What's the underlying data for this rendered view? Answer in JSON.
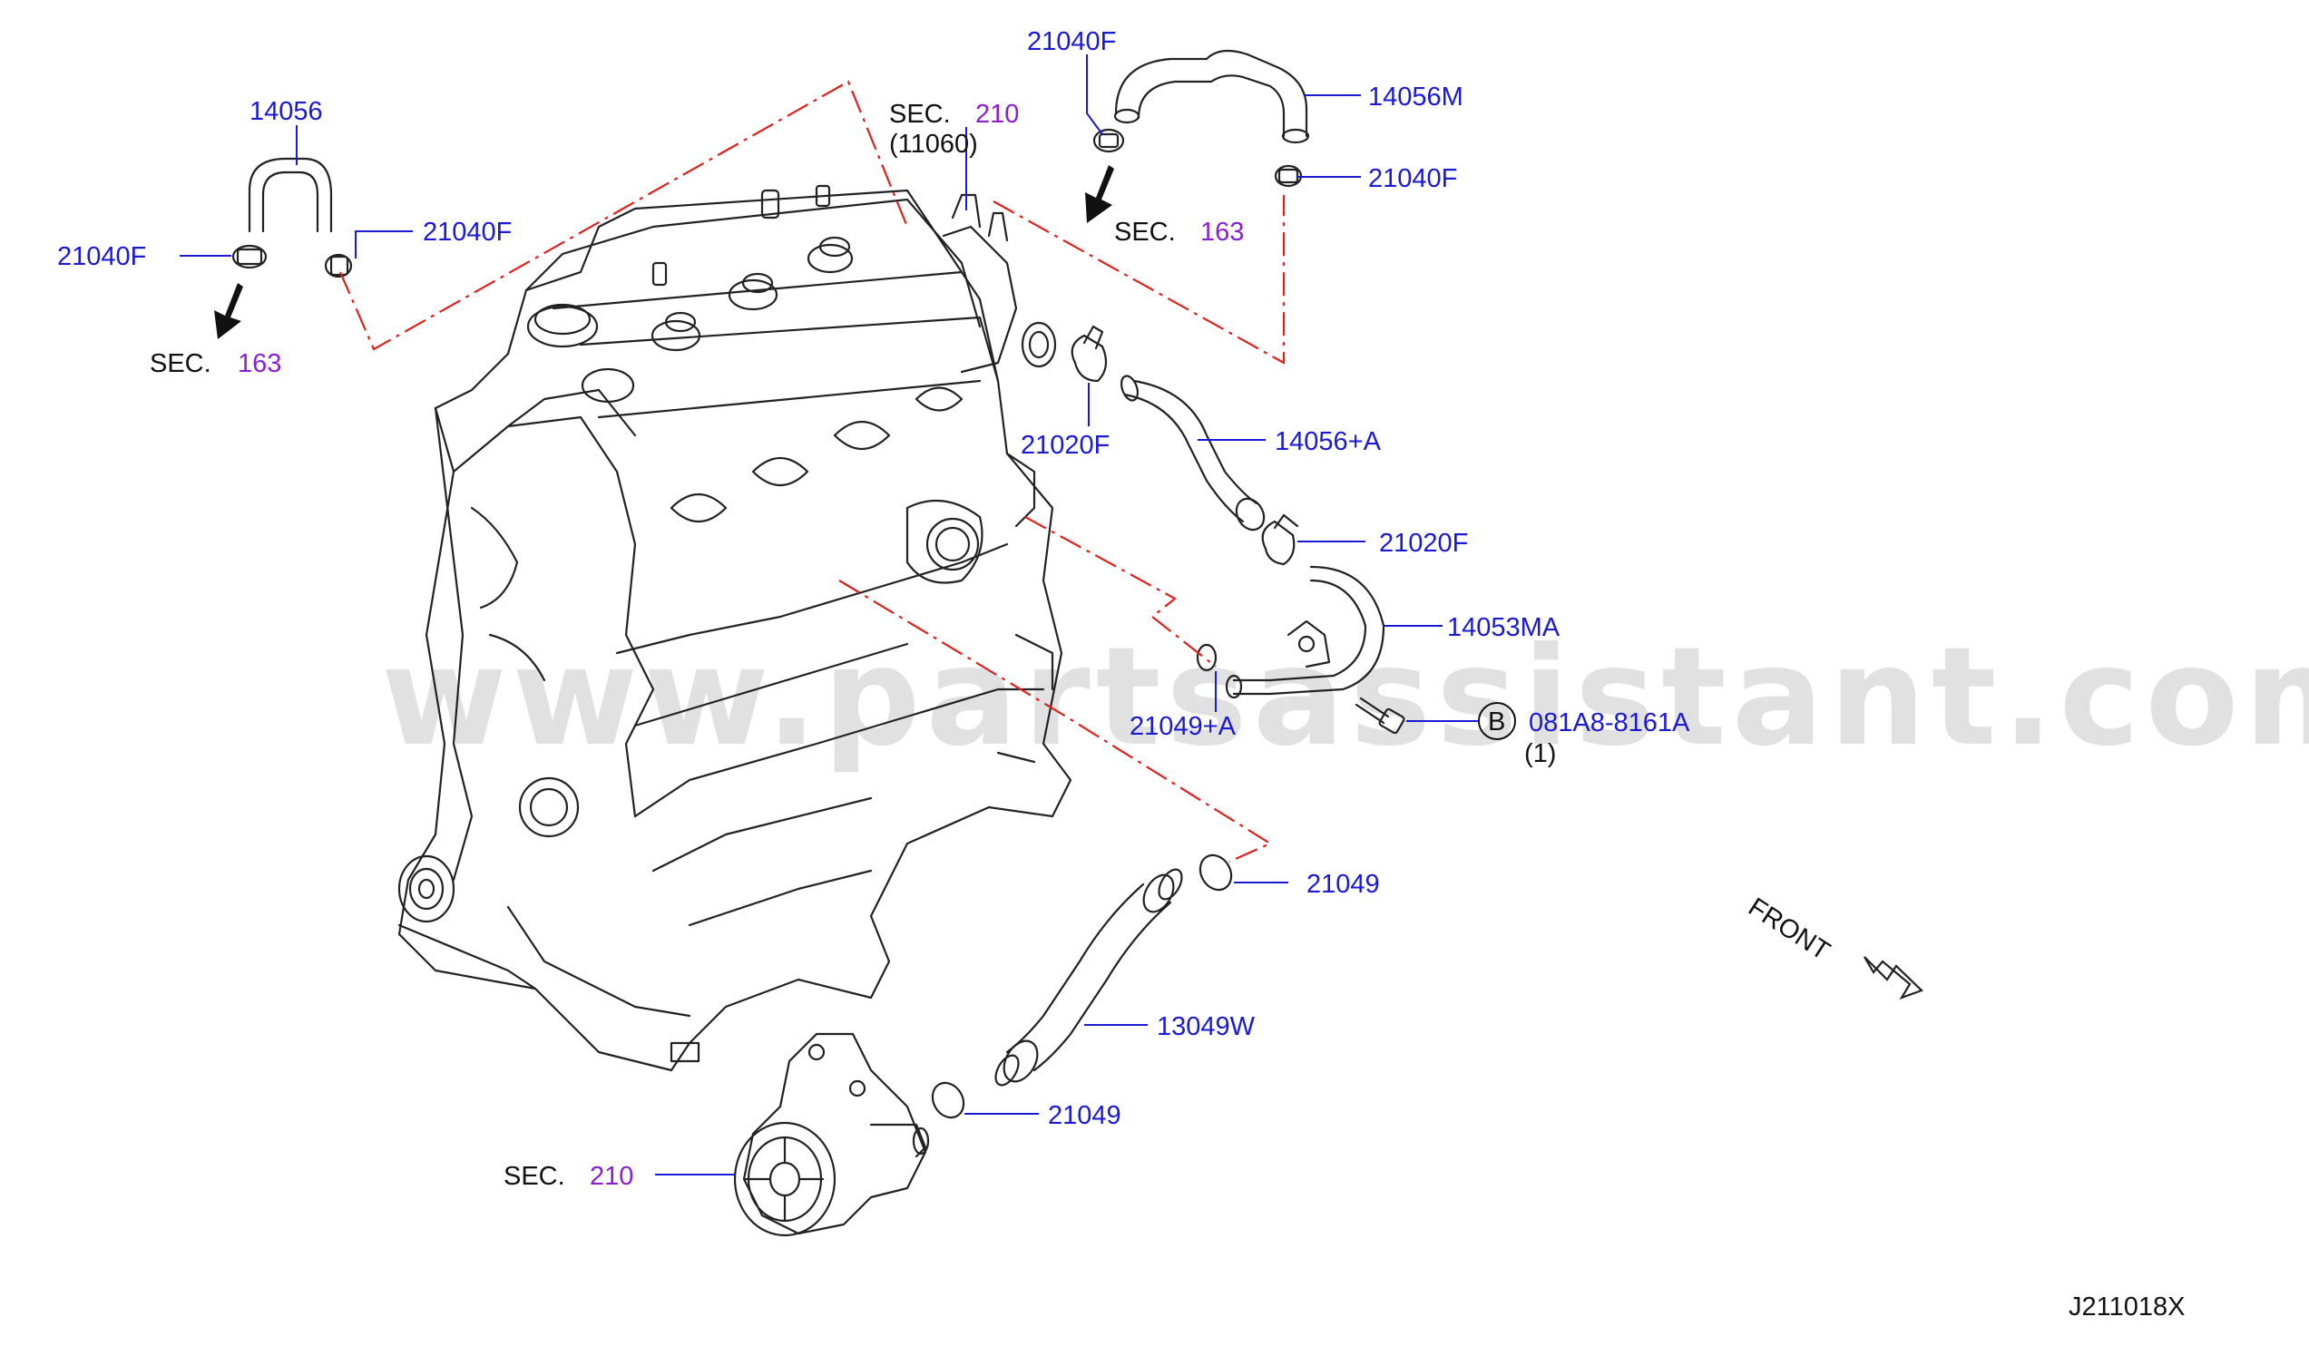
{
  "watermark": "www.partsassistant.com",
  "diagram_code": "J211018X",
  "front_label": "FRONT",
  "section_word": "SEC.",
  "sections": {
    "s163_left": "163",
    "s163_top": "163",
    "s210_top": "210",
    "s210_top_ref": "(11060)",
    "s210_bottom": "210"
  },
  "parts": {
    "p14056": "14056",
    "p21040F_top": "21040F",
    "p21040F_left": "21040F",
    "p21040F_mid": "21040F",
    "p14056M": "14056M",
    "p21040F_right": "21040F",
    "p21020F_left": "21020F",
    "p14056A": "14056+A",
    "p21020F_right": "21020F",
    "p14053MA": "14053MA",
    "p21049A": "21049+A",
    "p081A8": "081A8-8161A",
    "p081A8_qty": "(1)",
    "p081A8_callout": "B",
    "p21049_upper": "21049",
    "p13049W": "13049W",
    "p21049_lower": "21049"
  },
  "colors": {
    "part_number": "#1a1ad6",
    "section_number": "#8a1fd6",
    "phantom_line": "#e0201c",
    "linework": "#222222"
  }
}
